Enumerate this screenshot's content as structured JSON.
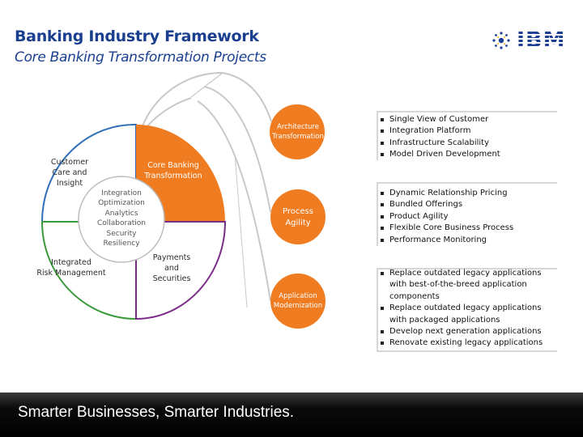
{
  "header": {
    "title": "Banking Industry Framework",
    "subtitle": "Core Banking Transformation Projects",
    "logo_text": "IBM"
  },
  "quadrants": {
    "customer_care": [
      "Customer",
      "Care and",
      "Insight"
    ],
    "core_banking": [
      "Core Banking",
      "Transformation"
    ],
    "integrated_risk": [
      "Integrated",
      "Risk Management"
    ],
    "payments": [
      "Payments",
      "and",
      "Securities"
    ],
    "center_list": [
      "Integration",
      "Optimization",
      "Analytics",
      "Collaboration",
      "Security",
      "Resiliency"
    ]
  },
  "circles": [
    {
      "label": [
        "Architecture",
        "Transformation"
      ]
    },
    {
      "label": [
        "Process",
        "Agility"
      ]
    },
    {
      "label": [
        "Application",
        "Modernization"
      ]
    }
  ],
  "bullet_groups": [
    [
      "Single View of Customer",
      "Integration Platform",
      "Infrastructure Scalability",
      "Model Driven Development"
    ],
    [
      "Dynamic Relationship Pricing",
      "Bundled Offerings",
      "Product Agility",
      "Flexible Core Business Process",
      "Performance Monitoring"
    ],
    [
      "Replace outdated legacy applications with best-of-the-breed application components",
      "Replace outdated legacy applications with packaged applications",
      "Develop next generation applications",
      "Renovate existing legacy applications"
    ]
  ],
  "footer": {
    "tagline": "Smarter Businesses, Smarter Industries."
  },
  "colors": {
    "title": "#1a3f8f",
    "orange": "#f07c21",
    "blue": "#2f6fb8",
    "green": "#3a9a3a",
    "purple": "#7a2d86",
    "gray_border": "#c8c8c8"
  }
}
